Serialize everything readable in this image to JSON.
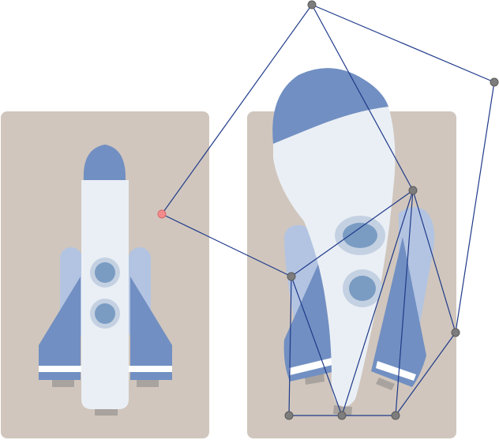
{
  "canvas": {
    "background": "#ffffff",
    "panel_color": "#d0c6bd"
  },
  "colors": {
    "rocket_body": "#eaeff5",
    "rocket_blue": "#718fc2",
    "rocket_fin_light": "#b3c4e2",
    "window_ring": "#c4d1e2",
    "window_glass": "#7a9cc3",
    "exhaust": "#a8a39e",
    "stripe": "#ffffff",
    "mesh_line": "#1f3a8a",
    "handle_fill": "#7d7d7d",
    "active_handle_fill": "#f28b8b"
  },
  "rocket_original": {
    "label": "original-rocket",
    "windows": 2
  },
  "rocket_warped": {
    "label": "warped-rocket",
    "windows": 2
  },
  "mesh": {
    "handle_count": 10,
    "active_handle_count": 1
  }
}
